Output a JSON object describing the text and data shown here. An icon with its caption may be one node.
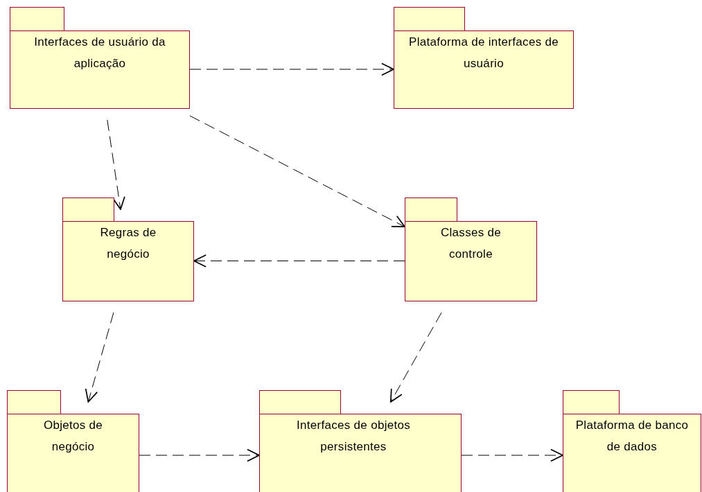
{
  "diagram": {
    "nodes": [
      {
        "text": [
          "Interfaces de usuário da aplicação"
        ]
      },
      {
        "text": [
          "Plataforma de interfaces de usuário"
        ]
      },
      {
        "text": [
          "Regras de negócio"
        ]
      },
      {
        "text": [
          "Classes de controle"
        ]
      },
      {
        "text": [
          "Objetos de negócio"
        ]
      },
      {
        "text": [
          "Interfaces de objetos persistentes"
        ]
      },
      {
        "text": [
          "Plataforma de banco de dados"
        ]
      }
    ],
    "edges": [
      {
        "from": 0,
        "to": 1,
        "arrow": "to",
        "style": "dashed"
      },
      {
        "from": 0,
        "to": 2,
        "arrow": "to",
        "style": "dashed"
      },
      {
        "from": 0,
        "to": 3,
        "arrow": "to",
        "style": "dashed"
      },
      {
        "from": 3,
        "to": 2,
        "arrow": "to",
        "style": "dashed"
      },
      {
        "from": 2,
        "to": 4,
        "arrow": "to",
        "style": "dashed"
      },
      {
        "from": 3,
        "to": 5,
        "arrow": "to",
        "style": "dashed"
      },
      {
        "from": 4,
        "to": 5,
        "arrow": "to",
        "style": "dashed"
      },
      {
        "from": 5,
        "to": 6,
        "arrow": "to",
        "style": "dashed"
      }
    ]
  }
}
